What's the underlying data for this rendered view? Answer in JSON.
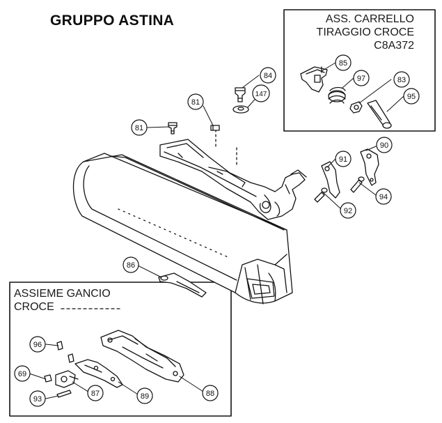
{
  "title": "GRUPPO ASTINA",
  "subassemblies": {
    "carrello": {
      "line1": "ASS. CARRELLO",
      "line2": "TIRAGGIO CROCE",
      "line3": "C8A372"
    },
    "gancio": {
      "line1": "ASSIEME GANCIO",
      "line2": "CROCE"
    }
  },
  "callouts": [
    "81",
    "84",
    "147",
    "81",
    "85",
    "97",
    "83",
    "95",
    "90",
    "91",
    "94",
    "92",
    "86",
    "96",
    "69",
    "87",
    "89",
    "88",
    "93"
  ]
}
